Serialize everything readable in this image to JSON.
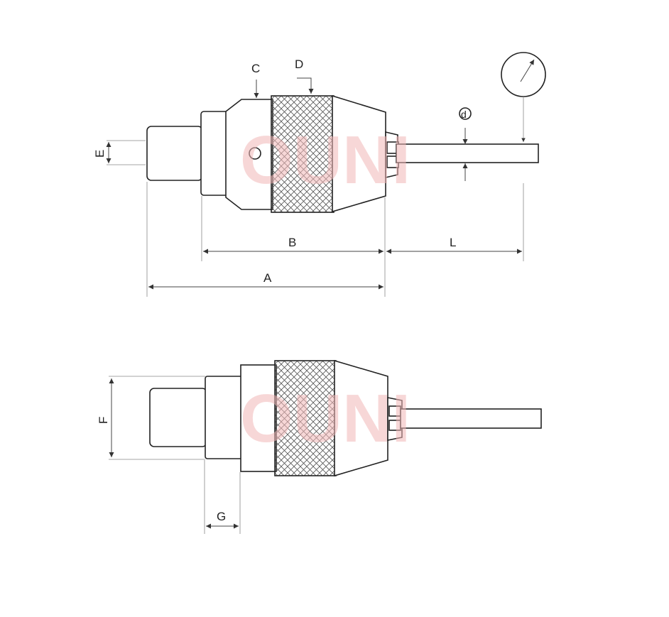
{
  "labels": {
    "a": "A",
    "b": "B",
    "c": "C",
    "d": "D",
    "e": "E",
    "f": "F",
    "g": "G",
    "l": "L",
    "d_small": "d"
  },
  "watermark": "OUNI",
  "colors": {
    "line": "#222222",
    "watermark": "#f2b8b8",
    "knurl": "#555555"
  }
}
